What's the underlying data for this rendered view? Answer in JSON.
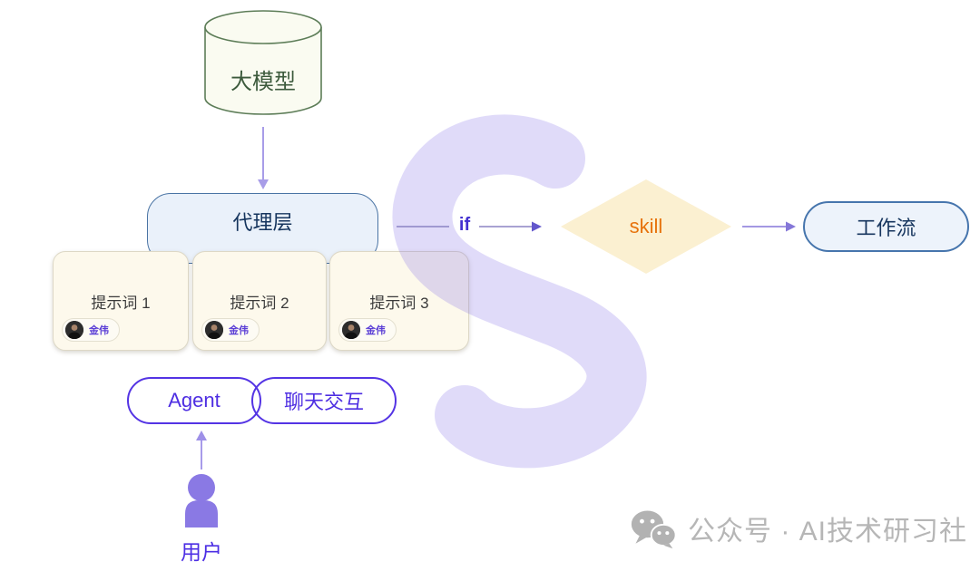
{
  "diagram": {
    "model_db": {
      "label": "大模型"
    },
    "agent_layer": {
      "label": "代理层"
    },
    "prompts": [
      {
        "label": "提示词 1",
        "author": "金伟"
      },
      {
        "label": "提示词 2",
        "author": "金伟"
      },
      {
        "label": "提示词 3",
        "author": "金伟"
      }
    ],
    "agent_pill": {
      "label": "Agent"
    },
    "chat_pill": {
      "label": "聊天交互"
    },
    "user": {
      "label": "用户"
    },
    "condition": {
      "label": "if"
    },
    "skill": {
      "label": "skill"
    },
    "workflow": {
      "label": "工作流"
    }
  },
  "watermark": {
    "letter": "S"
  },
  "footer": {
    "brand": "公众号 · AI技术研习社"
  },
  "colors": {
    "cylinder_border": "#5d7d58",
    "cylinder_fill": "#fafbf1",
    "agent_box_fill": "#eaf1fa",
    "agent_box_border": "#4a74a4",
    "card_fill": "#fdf9ec",
    "purple_accent": "#5434e4",
    "if_text": "#4330d0",
    "diamond_fill": "#fbf0d1",
    "skill_text": "#e7720b",
    "workflow_border": "#4675ad",
    "watermark_purple": "rgba(124,106,232,0.24)",
    "footer_gray": "#b6b6b6"
  }
}
